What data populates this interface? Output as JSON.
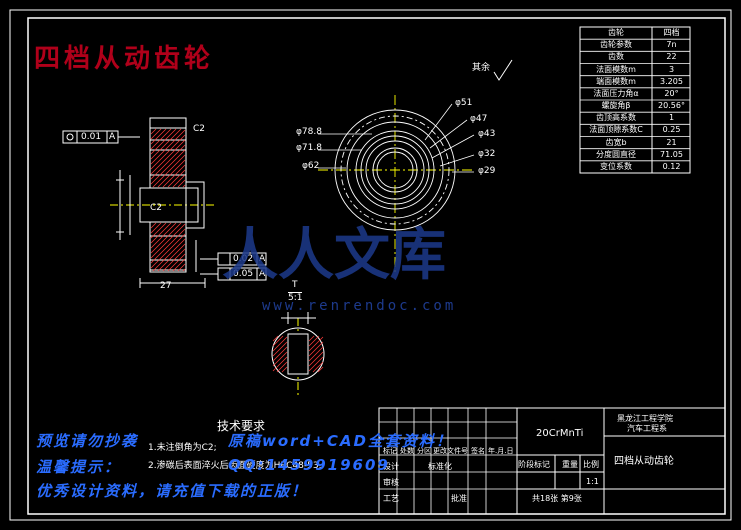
{
  "drawing": {
    "title_watermark": "四档从动齿轮",
    "roughness_note": "其余",
    "tech_req_title": "技术要求",
    "tech_req_items": [
      "1.未注倒角为C2;",
      "2.渗碳后表面淬火后齿面硬度为HRC48-53."
    ],
    "section_label": "T",
    "section_scale": "5:1",
    "tol_frames": [
      {
        "value": "0.01",
        "datum": "A"
      },
      {
        "value": "0.02",
        "datum": "A"
      },
      {
        "value": "0.05",
        "datum": "A"
      }
    ],
    "chamfer_labels": [
      "C2",
      "C2"
    ],
    "diameters": {
      "left": [
        "φ78.8",
        "φ71.8",
        "φ62"
      ],
      "right": [
        "φ51",
        "φ47",
        "φ43",
        "φ32",
        "φ29"
      ]
    },
    "dim_27": "27"
  },
  "gear_params": {
    "header": [
      "齿轮",
      "四档"
    ],
    "rows": [
      [
        "齿轮参数",
        "7n"
      ],
      [
        "齿数",
        "22"
      ],
      [
        "法面模数m",
        "3"
      ],
      [
        "端面模数m",
        "3.205"
      ],
      [
        "法面压力角α",
        "20°"
      ],
      [
        "螺旋角β",
        "20.56°"
      ],
      [
        "齿顶高系数",
        "1"
      ],
      [
        "法面顶隙系数C",
        "0.25"
      ],
      [
        "齿宽b",
        "21"
      ],
      [
        "分度圆直径",
        "71.05"
      ],
      [
        "变位系数",
        "0.12"
      ]
    ]
  },
  "title_block": {
    "material": "20CrMnTi",
    "school": "黑龙江工程学院",
    "department": "汽车工程系",
    "part_name": "四档从动齿轮",
    "stage_label": "阶段标记",
    "weight_label": "重量",
    "scale_label": "比例",
    "scale": "1:1",
    "sheets": "共18张 第9张",
    "designer": "设计",
    "approved": "批准",
    "process": "工艺",
    "std": "标准化",
    "review": "审核",
    "mark_label": "标记",
    "qty_label": "处数",
    "zone_label": "分区",
    "change_label": "更改文件号",
    "sign_label": "签名",
    "date_label": "年.月.日"
  },
  "watermarks": {
    "logo": "人人文库",
    "url": "www.renrendoc.com",
    "line1a": "预览请勿抄袭",
    "line1b": "原稿word+CAD全套资料！",
    "line2a": "温馨提示：",
    "line2b": "QQ:1459919609",
    "line3": "优秀设计资料，请充值下载的正版！"
  },
  "colors": {
    "background": "#000000",
    "line": "#ffffff",
    "dim": "#ff3b3b",
    "center": "#ffff00",
    "watermark_red": "#b0001a",
    "watermark_blue": "#2a6cff"
  }
}
